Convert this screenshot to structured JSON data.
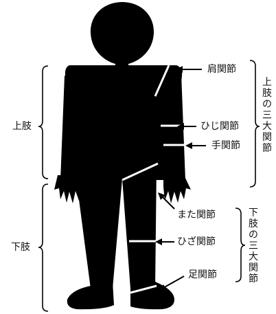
{
  "colors": {
    "figure": "#000000",
    "lines": "#ffffff",
    "text": "#111111",
    "arrows": "#000000"
  },
  "labels": {
    "upper_limb": "上肢",
    "lower_limb": "下肢",
    "shoulder": "肩関節",
    "elbow": "ひじ関節",
    "wrist": "手関節",
    "hip": "また関節",
    "knee": "ひざ関節",
    "ankle": "足関節",
    "upper_three_joints": "上肢の三大関節",
    "lower_three_joints": "下肢の三大関節"
  }
}
